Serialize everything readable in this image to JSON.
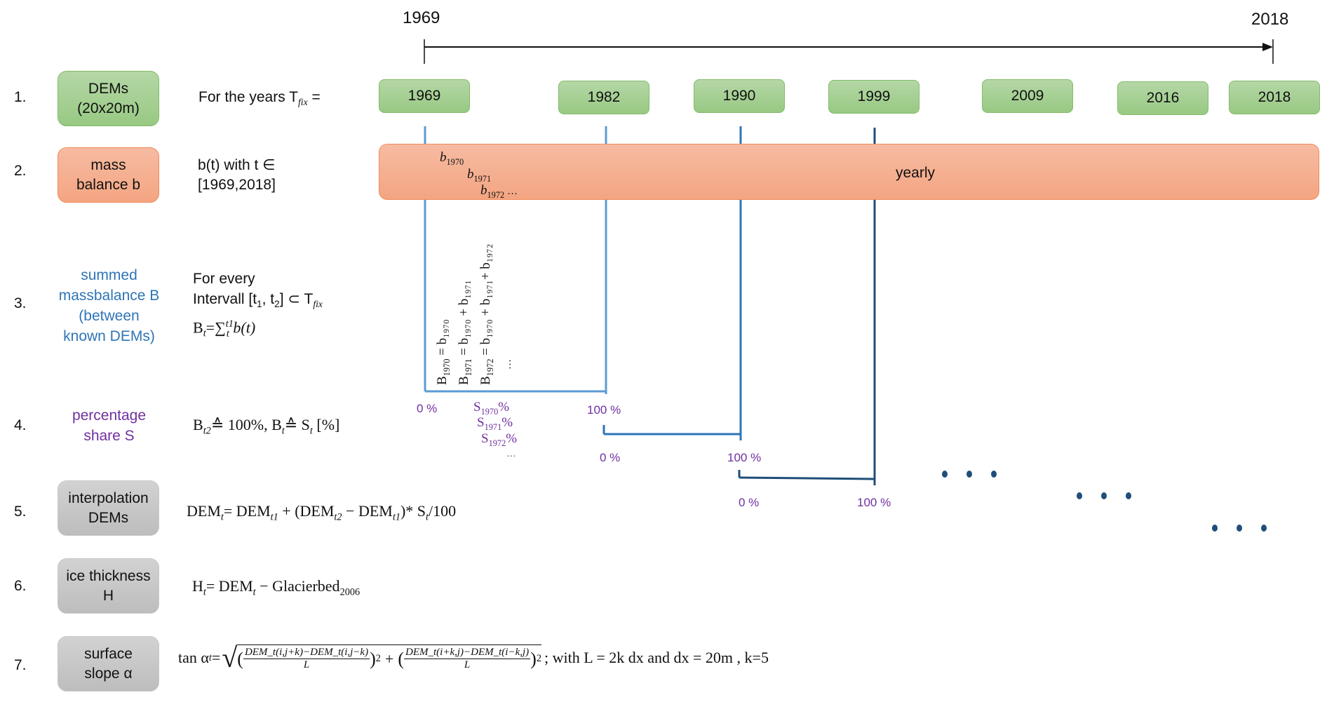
{
  "timeline": {
    "start_label": "1969",
    "end_label": "2018"
  },
  "rows": [
    {
      "number": "1.",
      "box_lines": [
        "DEMs",
        "(20x20m)"
      ]
    },
    {
      "number": "2.",
      "box_lines": [
        "mass",
        "balance b"
      ]
    },
    {
      "number": "3.",
      "box_lines": [
        "summed",
        "massbalance B",
        "(between",
        "known DEMs)"
      ]
    },
    {
      "number": "4.",
      "box_lines": [
        "percentage",
        "share S"
      ]
    },
    {
      "number": "5.",
      "box_lines": [
        "interpolation",
        "DEMs"
      ]
    },
    {
      "number": "6.",
      "box_lines": [
        "ice thickness",
        "H"
      ]
    },
    {
      "number": "7.",
      "box_lines": [
        "surface",
        "slope α"
      ]
    }
  ],
  "descriptions": {
    "row1": {
      "text": "For the years T",
      "sub": "fix",
      "suffix": " ="
    },
    "row2": {
      "line1": "b(t) with t ∈",
      "line2": "[1969,2018]"
    },
    "row3": {
      "line1": "For every",
      "line2_a": "Intervall [t",
      "line2_sub1": "1",
      "line2_b": ", t",
      "line2_sub2": "2",
      "line2_c": "] ⊂ T",
      "line2_sub3": "fix",
      "line3_a": "B",
      "line3_sub": "t",
      "line3_b": "=∑",
      "line3_sup": "t1",
      "line3_sub2": "t",
      "line3_c": " b(t)"
    },
    "row4": {
      "a": "B",
      "sub1": "t2",
      "b": "≙ 100%, B",
      "sub2": "t",
      "c": "≙ S",
      "sub3": "t",
      "d": " [%]"
    },
    "row5": {
      "a": "DEM",
      "s1": "t",
      "b": "= DEM",
      "s2": "t1",
      "c": " + (DEM",
      "s3": "t2",
      "d": " − DEM",
      "s4": "t1",
      "e": ")* S",
      "s5": "t",
      "f": "/100"
    },
    "row6": {
      "a": "H",
      "s1": "t",
      "b": "= DEM",
      "s2": "t",
      "c": " − Glacierbed",
      "s3": "2006"
    },
    "row7": {
      "prefix": "tan α",
      "prefix_sub": "t",
      "eq": "=",
      "num1": "DEM_t(i,j+k)−DEM_t(i,j−k)",
      "den1": "L",
      "num2": "DEM_t(i+k,j)−DEM_t(i−k,j)",
      "den2": "L",
      "suffix": "; with L = 2k dx and dx = 20m , k=5"
    }
  },
  "dem_years": [
    "1969",
    "1982",
    "1990",
    "1999",
    "2009",
    "2016",
    "2018"
  ],
  "mass_balance_bar": {
    "label": "yearly",
    "terms": [
      {
        "b": "b",
        "sub": "1970"
      },
      {
        "b": "b",
        "sub": "1971"
      },
      {
        "b": "b",
        "sub": "1972",
        "tail": " …"
      }
    ]
  },
  "summed_terms": [
    {
      "lhs": "B",
      "lhs_sub": "1970",
      "rhs": " = b₁₉₇₀"
    },
    {
      "lhs": "B",
      "lhs_sub": "1971",
      "rhs": " = b₁₉₇₀ + b₁₉₇₁"
    },
    {
      "lhs": "B",
      "lhs_sub": "1972",
      "rhs": " = b₁₉₇₀ + b₁₉₇₁+ b₁₉₇₂"
    },
    {
      "lhs": "",
      "lhs_sub": "",
      "rhs": "…"
    }
  ],
  "share_terms": [
    {
      "s": "S",
      "sub": "1970",
      "pct": "%"
    },
    {
      "s": "S",
      "sub": "1971",
      "pct": "%"
    },
    {
      "s": "S",
      "sub": "1972",
      "pct": "%"
    },
    {
      "s": "…",
      "sub": "",
      "pct": ""
    }
  ],
  "intervals": [
    {
      "from": "1969",
      "to": "1982",
      "start_label": "0 %",
      "end_label": "100 %",
      "color": "#5b9bd5"
    },
    {
      "from": "1982",
      "to": "1990",
      "start_label": "0 %",
      "end_label": "100 %",
      "color": "#2e75b6"
    },
    {
      "from": "1990",
      "to": "1999",
      "start_label": "0 %",
      "end_label": "100 %",
      "color": "#1f4e79"
    }
  ],
  "colors": {
    "green": "#a9d18e",
    "orange": "#f4b183",
    "gray": "#c9c9c9",
    "blue_text": "#2e75b6",
    "purple_text": "#7030a0",
    "dots": "#1f4e79"
  }
}
